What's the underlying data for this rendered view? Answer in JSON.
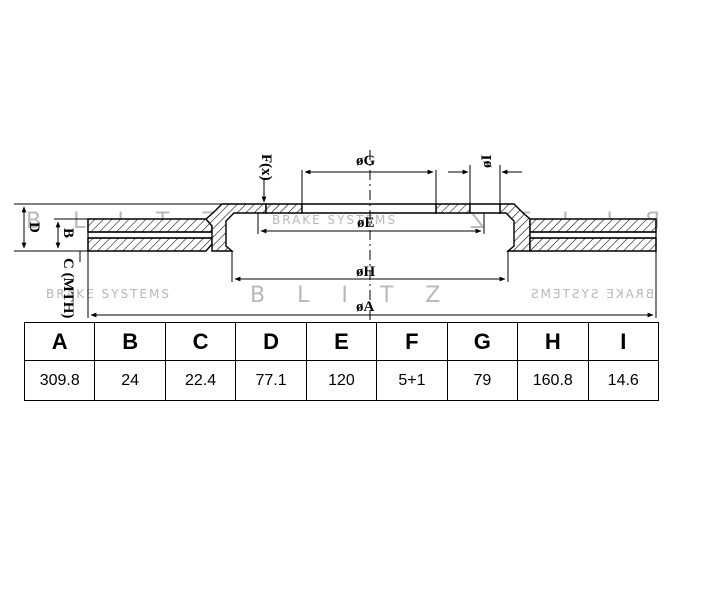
{
  "watermark": {
    "brand": "BLITZ",
    "tagline": "BRAKE SYSTEMS"
  },
  "drawing": {
    "labels": {
      "D": "D",
      "B": "B",
      "C_mth": "C (MTH)",
      "F": "F(x)",
      "G": "øG",
      "I": "øI",
      "E": "øE",
      "H": "øH",
      "A": "øA"
    }
  },
  "table": {
    "headers": [
      "A",
      "B",
      "C",
      "D",
      "E",
      "F",
      "G",
      "H",
      "I"
    ],
    "values": [
      "309.8",
      "24",
      "22.4",
      "77.1",
      "120",
      "5+1",
      "79",
      "160.8",
      "14.6"
    ]
  }
}
